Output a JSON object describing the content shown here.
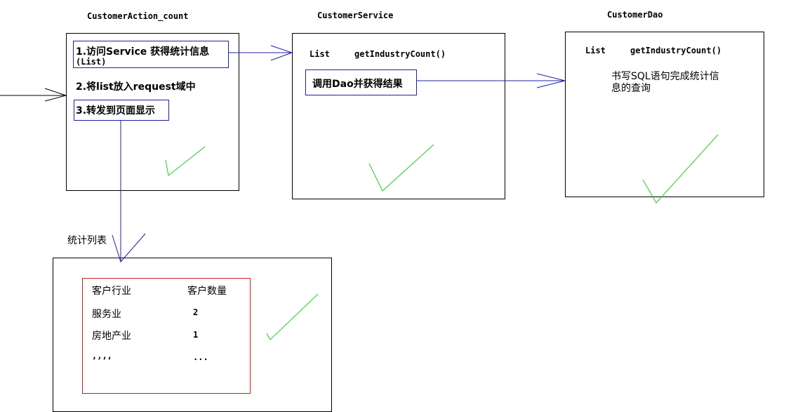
{
  "titles": {
    "action": "CustomerAction_count",
    "service": "CustomerService",
    "dao": "CustomerDao"
  },
  "action_box": {
    "step1_line1": "1.访问Service 获得统计信息",
    "step1_line2": "(List)",
    "step2": "2.将list放入request域中",
    "step3": "3.转发到页面显示"
  },
  "service_box": {
    "return_type": "List",
    "method": "getIndustryCount()",
    "call_dao": "调用Dao并获得结果"
  },
  "dao_box": {
    "return_type": "List",
    "method": "getIndustryCount()",
    "desc_line1": "书写SQL语句完成统计信",
    "desc_line2": "息的查询"
  },
  "list_label": "统计列表",
  "table": {
    "headers": [
      "客户行业",
      "客户数量"
    ],
    "rows": [
      [
        "服务业",
        "2"
      ],
      [
        "房地产业",
        "1"
      ],
      [
        ",,,,",
        "..."
      ]
    ]
  },
  "colors": {
    "arrow": "#1f1fa8",
    "check": "#22cc22",
    "table_border": "#d11b1b",
    "box_border": "#000000"
  }
}
